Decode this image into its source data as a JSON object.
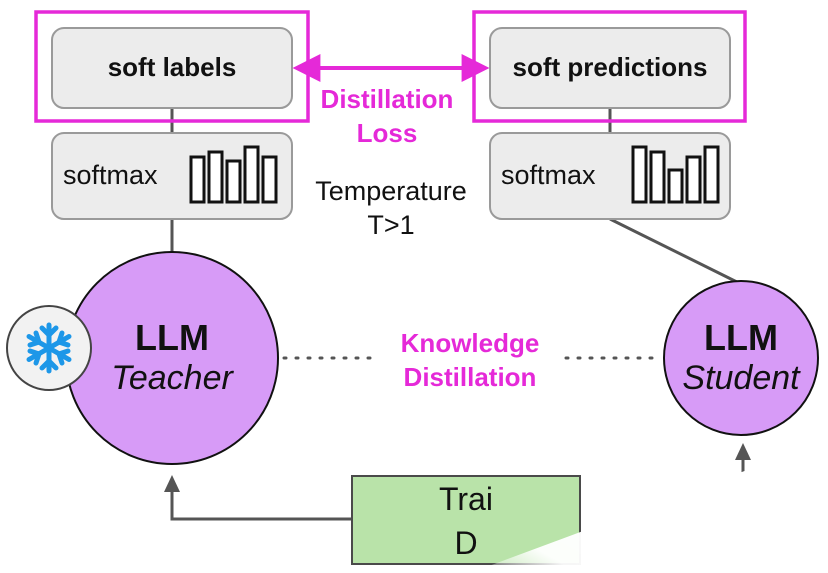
{
  "teacher_side": {
    "output_label": "soft labels",
    "softmax_label": "softmax",
    "model": "LLM",
    "role": "Teacher",
    "frozen_icon": "snowflake-icon"
  },
  "student_side": {
    "output_label": "soft predictions",
    "softmax_label": "softmax",
    "model": "LLM",
    "role": "Student"
  },
  "loss": {
    "line1": "Distillation",
    "line2": "Loss"
  },
  "temperature": {
    "line1": "Temperature",
    "line2": "T>1"
  },
  "knowledge": {
    "line1": "Knowledge",
    "line2": "Distillation"
  },
  "training_data": {
    "line1": "Trai",
    "line2": "D"
  },
  "colors": {
    "highlight": "#e529d8",
    "box_fill": "#ececec",
    "box_border": "#9a9a9a",
    "circle_fill": "#d79bf7",
    "data_fill": "#b9e3a9",
    "line": "#555555"
  }
}
